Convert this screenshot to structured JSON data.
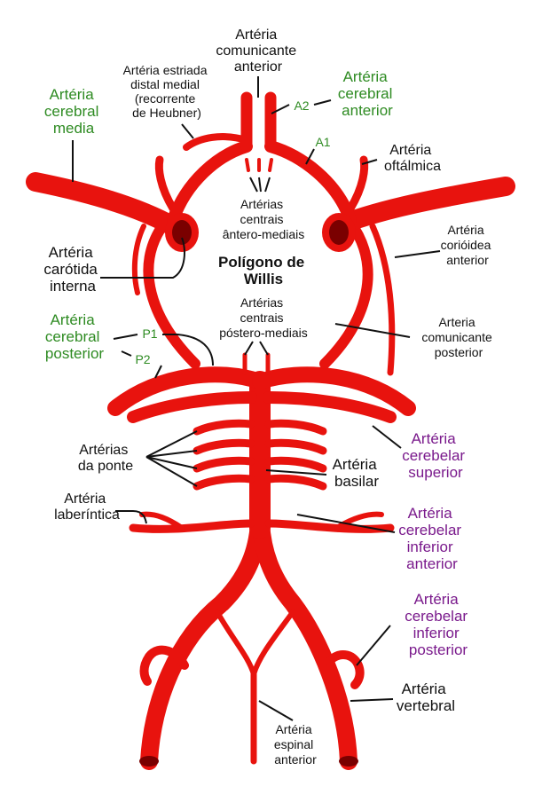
{
  "diagram": {
    "title": [
      "Polígono de",
      "Willis"
    ],
    "colors": {
      "artery": "#e8130e",
      "artery_dark": "#7a0000",
      "cerebral": "#2e8b22",
      "cerebellar": "#7a1a8c",
      "text": "#111111"
    },
    "labels": {
      "acom": [
        "Artéria",
        "comunicante",
        "anterior"
      ],
      "heubner": [
        "Artéria estriada",
        "distal medial",
        "(recorrente",
        "de Heubner)"
      ],
      "aca": [
        "Artéria",
        "cerebral",
        "anterior"
      ],
      "a2": "A2",
      "a1": "A1",
      "mca": [
        "Artéria",
        "cerebral",
        "media"
      ],
      "ophthalmic": [
        "Artéria",
        "oftálmica"
      ],
      "anteromedial": [
        "Artérias",
        "centrais",
        "ântero-mediais"
      ],
      "ica": [
        "Artéria",
        "carótida",
        "interna"
      ],
      "choroidal": [
        "Artéria",
        "corióidea",
        "anterior"
      ],
      "posteromedial": [
        "Artérias",
        "centrais",
        "póstero-mediais"
      ],
      "pca": [
        "Artéria",
        "cerebral",
        "posterior"
      ],
      "p1": "P1",
      "p2": "P2",
      "pcom": [
        "Arteria",
        "comunicante",
        "posterior"
      ],
      "pontine": [
        "Artérias",
        "da ponte"
      ],
      "sca": [
        "Artéria",
        "cerebelar",
        "superior"
      ],
      "basilar": [
        "Artéria",
        "basilar"
      ],
      "labyrinthine": [
        "Artéria",
        "laberíntica"
      ],
      "aica": [
        "Artéria",
        "cerebelar",
        "inferior",
        "anterior"
      ],
      "pica": [
        "Artéria",
        "cerebelar",
        "inferior",
        "posterior"
      ],
      "vertebral": [
        "Artéria",
        "vertebral"
      ],
      "spinal": [
        "Artéria",
        "espinal",
        "anterior"
      ]
    }
  }
}
